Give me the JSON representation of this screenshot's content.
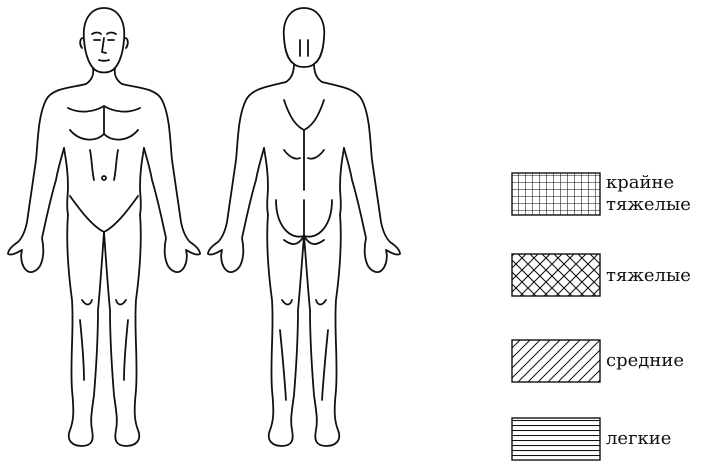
{
  "legend": {
    "items": [
      {
        "id": "extreme",
        "line1": "крайне",
        "line2": "тяжелые",
        "pattern": "grid"
      },
      {
        "id": "severe",
        "line1": "тяжелые",
        "pattern": "crosshatch"
      },
      {
        "id": "moderate",
        "line1": "средние",
        "pattern": "diagonal"
      },
      {
        "id": "mild",
        "line1": "легкие",
        "pattern": "horizontal"
      }
    ]
  },
  "colors": {
    "line": "#111111",
    "background": "#ffffff"
  }
}
